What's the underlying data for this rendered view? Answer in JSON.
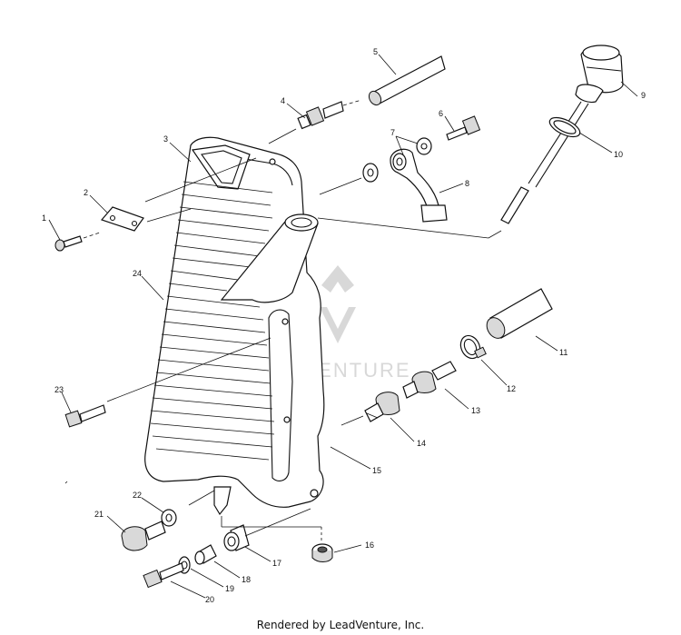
{
  "diagram": {
    "callouts": [
      "1",
      "2",
      "3",
      "4",
      "5",
      "6",
      "7",
      "8",
      "9",
      "10",
      "11",
      "12",
      "13",
      "14",
      "15",
      "16",
      "17",
      "18",
      "19",
      "20",
      "21",
      "22",
      "23",
      "24"
    ],
    "watermark": "LEADVENTURE"
  },
  "footer": {
    "text": "Rendered by LeadVenture, Inc."
  }
}
